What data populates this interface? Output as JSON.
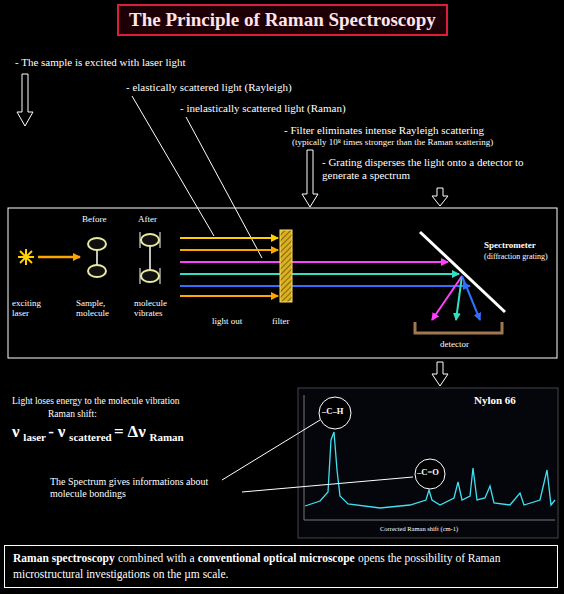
{
  "diagram": {
    "title": "The Principle of Raman Spectroscopy",
    "nodes": [
      {
        "text": [
          "Raman spectroscopy",
          "combined with a",
          "conventional optical microscope",
          "opens the possibility of Raman microstructural investigations on the µm scale."
        ]
      }
    ],
    "labels": [
      "- The sample is excited with laser light",
      "- elastically scattered light (Rayleigh)",
      "- inelastically scattered light (Raman)",
      "- Filter eliminates intense Rayleigh scattering",
      "(typically 10⁸ times stronger than the Raman scattering)",
      "- Grating disperses the light onto a detector to generate a spectrum",
      "Before",
      "After",
      "exciting laser",
      "Sample, molecule",
      "molecule vibrates",
      "light out",
      "filter",
      "Spectrometer",
      "(diffraction grating)",
      "detector",
      "Light loses energy to the molecule vibration",
      "Raman shift:",
      "ν",
      "laser",
      "-",
      "ν",
      "scattered",
      "=",
      "Δν",
      "Raman",
      "The Spectrum gives informations about molecule bondings",
      "Nylon 66",
      "–C–H",
      "–C=O",
      "Corrected Raman shift (cm-1)"
    ]
  }
}
